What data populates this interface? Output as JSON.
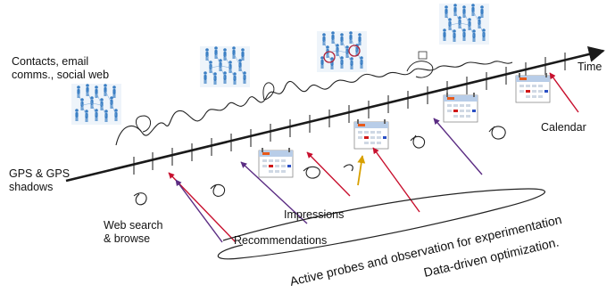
{
  "labels": {
    "contacts": "Contacts, email\ncomms., social web",
    "gps": "GPS & GPS\nshadows",
    "web_search": "Web search\n& browse",
    "impressions": "Impressions",
    "recommendations": "Recommendations",
    "calendar": "Calendar",
    "time": "Time",
    "active_probes": "Active probes and observation for experimentation",
    "data_driven": "Data-driven optimization."
  },
  "colors": {
    "axis": "#1a1a1a",
    "red_arrow": "#c8102e",
    "purple_arrow": "#5b2c83",
    "yellow_arrow": "#d8a000",
    "people_blue": "#3b7fc4",
    "squiggle": "#222222"
  },
  "icons": [
    "people-network-icon",
    "calendar-icon",
    "arrow-icon"
  ]
}
